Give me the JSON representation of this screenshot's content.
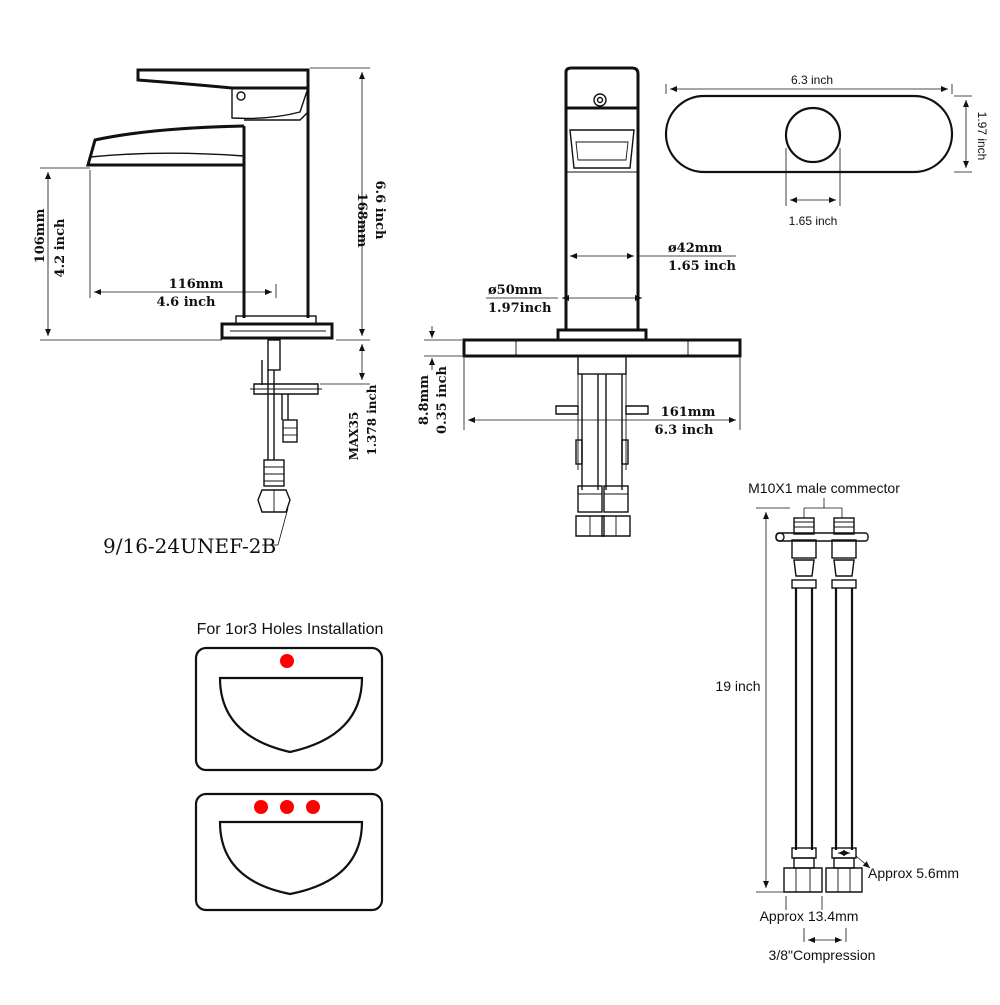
{
  "side_view": {
    "height_mm": "168mm",
    "height_in": "6.6 inch",
    "spout_height_mm": "106mm",
    "spout_height_in": "4.2 inch",
    "reach_mm": "116mm",
    "reach_in": "4.6 inch",
    "deck_max": "MAX35",
    "deck_max_in": "1.378 inch",
    "thread": "9/16-24UNEF-2B"
  },
  "front_view": {
    "body_dia_mm": "ø42mm",
    "body_dia_in": "1.65 inch",
    "base_dia_mm": "ø50mm",
    "base_dia_in": "1.97inch",
    "plate_thick_mm": "8.8mm",
    "plate_thick_in": "0.35 inch",
    "plate_width_mm": "161mm",
    "plate_width_in": "6.3 inch"
  },
  "plate_top": {
    "width": "6.3 inch",
    "height": "1.97 inch",
    "hole": "1.65 inch"
  },
  "install": {
    "title": "For 1or3 Holes Installation",
    "hole_color": "#ff0000"
  },
  "hose": {
    "connector": "M10X1 male commector",
    "length": "19 inch",
    "nut_size": "Approx 5.6mm",
    "nut_width": "Approx 13.4mm",
    "compression": "3/8\"Compression"
  }
}
